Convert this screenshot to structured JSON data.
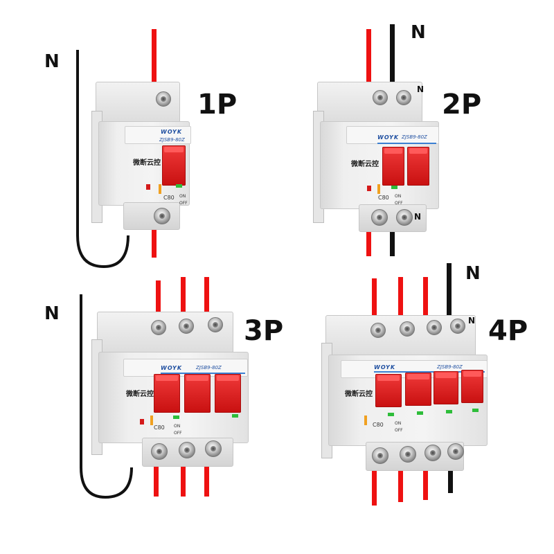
{
  "panels": [
    {
      "id": "1p",
      "label": "1P",
      "neutral_label": "N"
    },
    {
      "id": "2p",
      "label": "2P",
      "neutral_label": "N",
      "terminal_n": "N"
    },
    {
      "id": "3p",
      "label": "3P",
      "neutral_label": "N"
    },
    {
      "id": "4p",
      "label": "4P",
      "neutral_label": "N",
      "terminal_n": "N"
    }
  ],
  "device": {
    "brand": "WOYK",
    "model": "ZJSB9-80Z",
    "chinese_label": "微断云控",
    "rating": "C80",
    "on_label": "ON",
    "off_label": "OFF"
  },
  "colors": {
    "live_wire": "#ee1111",
    "neutral_wire": "#111111",
    "handle": "#e01a1a",
    "brand_blue": "#1f4fa0"
  }
}
